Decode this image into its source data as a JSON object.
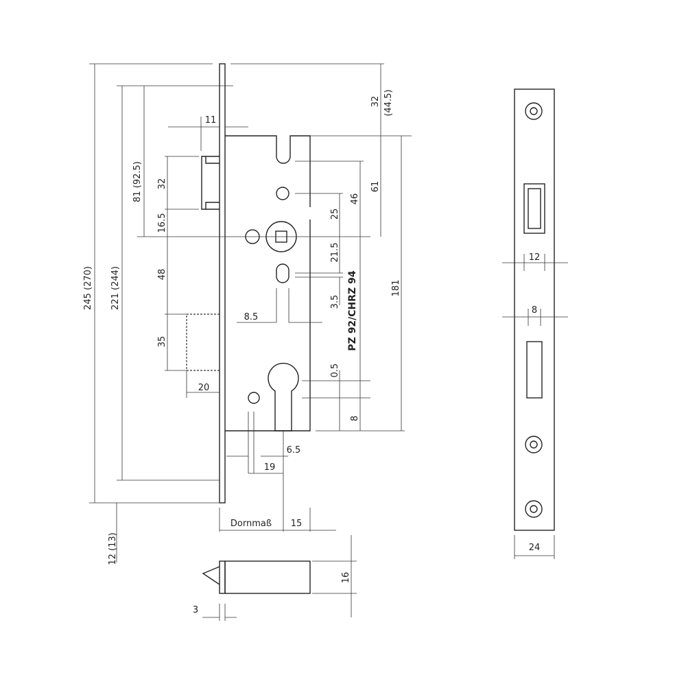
{
  "drawing": {
    "model_label": "PZ 92/CHRZ 94",
    "dimensions": {
      "total_height": "245 (270)",
      "inner_height": "221 (244)",
      "latch_to_spindle": "81 (92.5)",
      "latch_height": "32",
      "latch_offset": "16.5",
      "spindle_to_bolt": "48",
      "bolt_height": "35",
      "bolt_throw": "20",
      "latch_throw": "11",
      "hole_width": "8.5",
      "cyl_offset": "6.5",
      "hole_distance": "19",
      "backset_label": "Dornmaß",
      "backset_extra": "15",
      "bottom_offset": "12 (13)",
      "bolt_tip": "3",
      "bolt_section": "16",
      "top_offset": "32",
      "top_offset_alt": "(44.5)",
      "top_to_spindle": "61",
      "hole_to_spindle": "46",
      "hole2_to_spindle": "25",
      "spindle_to_slot": "21.5",
      "slot_offset": "3.5",
      "cyl_small": "0.5",
      "cyl_bottom": "8",
      "case_height": "181",
      "strike_latch_width": "12",
      "strike_bolt_width": "8",
      "strike_width": "24"
    }
  }
}
